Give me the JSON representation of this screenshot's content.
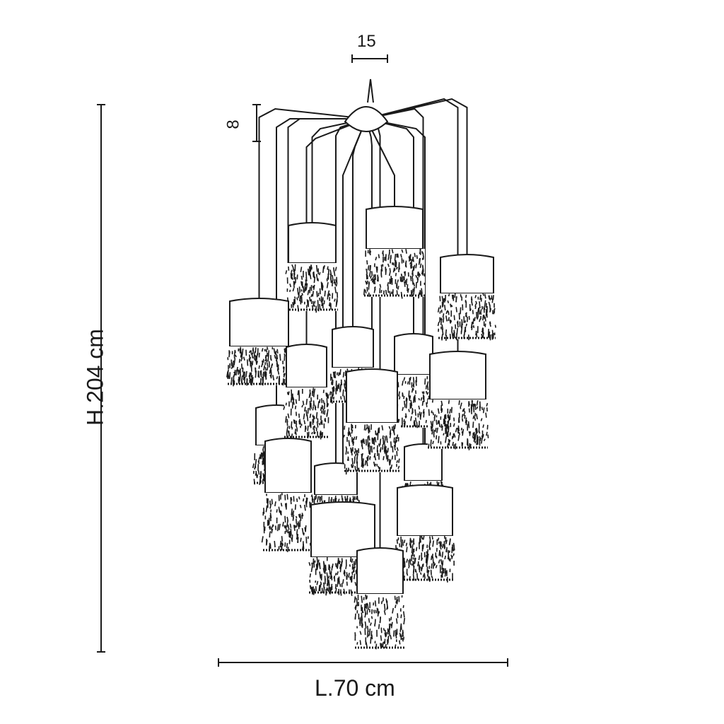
{
  "dimensions": {
    "canopy_width": "15",
    "canopy_height": "8",
    "total_height": "H.204 cm",
    "total_width": "L.70 cm"
  },
  "colors": {
    "line": "#1a1a1a",
    "background": "#ffffff"
  }
}
